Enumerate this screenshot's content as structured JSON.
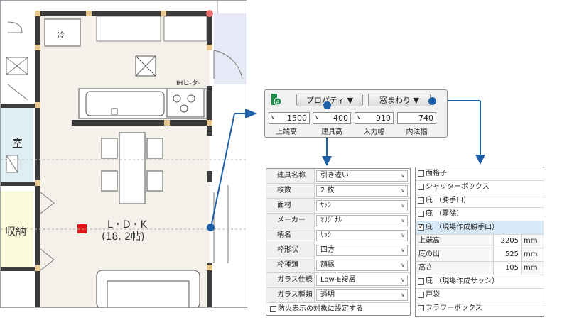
{
  "floorplan": {
    "room_left": "室",
    "storage": "収納",
    "ldk_name": "L・D・K",
    "ldk_size": "(18. 2帖)",
    "fridge": "冷",
    "ih": "IHヒ-タ-"
  },
  "toolbar": {
    "properties_button": "プロパティ ▼",
    "window_menu_button": "窓まわり ▼",
    "fields": [
      {
        "value": "1500",
        "label": "上端高"
      },
      {
        "value": "400",
        "label": "建具高"
      },
      {
        "value": "910",
        "label": "入力幅"
      },
      {
        "value": "740",
        "label": "内法幅"
      }
    ]
  },
  "properties": {
    "rows": [
      {
        "key": "建具名称",
        "value": "引き違い"
      },
      {
        "key": "枚数",
        "value": "2 枚"
      },
      {
        "key": "面材",
        "value": "ｻｯｼ"
      },
      {
        "key": "メーカー",
        "value": "ｵﾘｼﾞﾅﾙ"
      },
      {
        "key": "柄名",
        "value": "ｻｯｼ"
      },
      {
        "key": "枠形状",
        "value": "四方"
      },
      {
        "key": "枠種類",
        "value": "額縁"
      },
      {
        "key": "ガラス仕様",
        "value": "Low-E複層"
      },
      {
        "key": "ガラス種類",
        "value": "透明"
      }
    ],
    "fire_checkbox": "防火表示の対象に設定する"
  },
  "window_menu": {
    "items": [
      {
        "label": "面格子",
        "checked": false
      },
      {
        "label": "シャッターボックス",
        "checked": false
      },
      {
        "label": "庇 （勝手口）",
        "checked": false
      },
      {
        "label": "庇 （霧除）",
        "checked": false
      },
      {
        "label": "庇 （現場作成勝手口）",
        "checked": true
      }
    ],
    "sub_rows": [
      {
        "label": "上端高",
        "value": "2205",
        "unit": "mm"
      },
      {
        "label": "庇の出",
        "value": "525",
        "unit": "mm"
      },
      {
        "label": "高さ",
        "value": "105",
        "unit": "mm"
      }
    ],
    "items_after": [
      {
        "label": "庇 （現場作成サッシ）",
        "checked": false
      },
      {
        "label": "戸袋",
        "checked": false
      },
      {
        "label": "フラワーボックス",
        "checked": false
      }
    ]
  },
  "colors": {
    "accent_blue": "#1d5fa8",
    "marker_red": "#e2141a",
    "wall_dark": "#3b3b3b"
  }
}
